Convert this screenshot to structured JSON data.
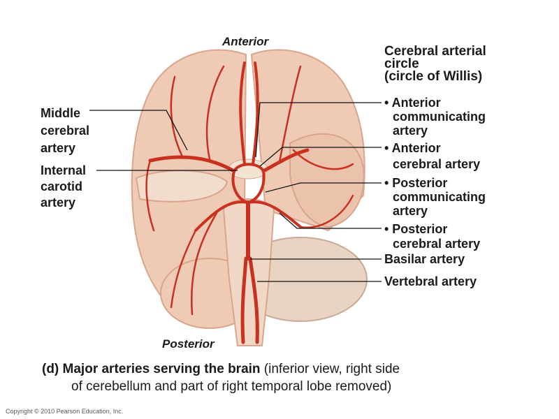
{
  "orientation": {
    "anterior": "Anterior",
    "posterior": "Posterior"
  },
  "title": {
    "line1": "Cerebral arterial",
    "line2": "circle",
    "line3": "(circle of Willis)"
  },
  "left_labels": {
    "middle_cerebral": [
      "Middle",
      "cerebral",
      "artery"
    ],
    "internal_carotid": [
      "Internal",
      "carotid",
      "artery"
    ]
  },
  "right_labels": {
    "anterior_communicating": [
      "• Anterior",
      "communicating",
      "artery"
    ],
    "anterior_cerebral": [
      "• Anterior",
      "cerebral artery"
    ],
    "posterior_communicating": [
      "• Posterior",
      "communicating",
      "artery"
    ],
    "posterior_cerebral": [
      "• Posterior",
      "cerebral artery"
    ],
    "basilar": "Basilar artery",
    "vertebral": "Vertebral artery"
  },
  "caption": {
    "bold": "(d) Major arteries serving the brain",
    "normal1": " (inferior view, right side",
    "line2": "of cerebellum and part of right temporal lobe removed)"
  },
  "copyright": "Copyright © 2010 Pearson Education, Inc.",
  "colors": {
    "artery": "#c9311f",
    "brain": "#efcbb6",
    "brain_shadow": "#d9a58c"
  }
}
